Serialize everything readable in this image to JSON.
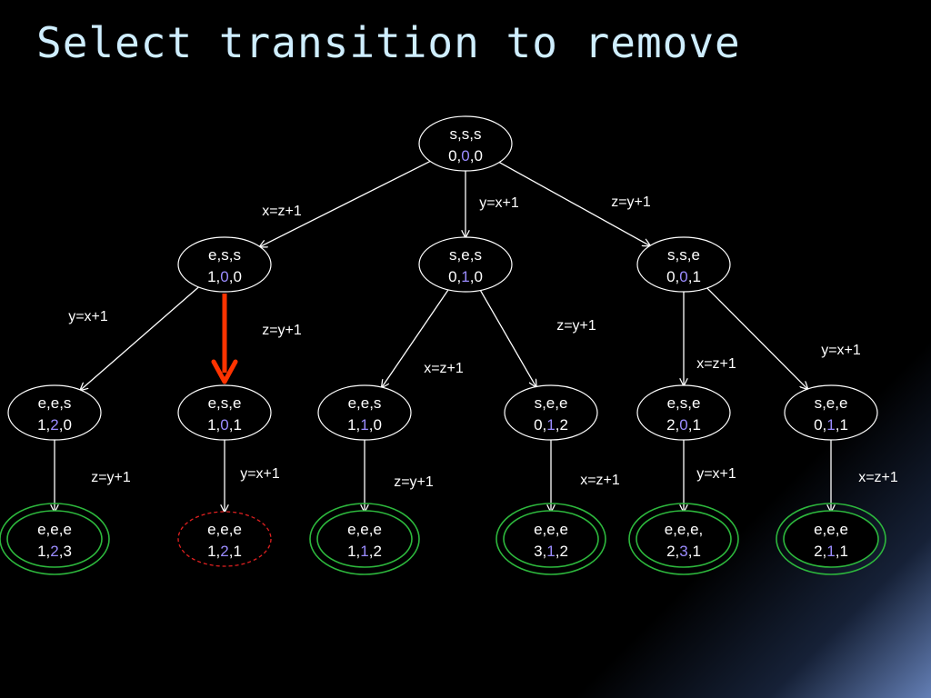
{
  "title": "Select transition to remove",
  "colors": {
    "background": "#000000",
    "title": "#cfeeff",
    "text": "#ffffff",
    "edge": "#ffffff",
    "highlight_value": "#9b8cff",
    "final_ok": "#2db83d",
    "final_removed": "#e02020",
    "selected_arrow": "#ff3300"
  },
  "nodes": [
    {
      "id": "n0",
      "state": "s,s,s",
      "values": [
        "0",
        "0",
        "0"
      ],
      "hi": 1,
      "kind": "normal"
    },
    {
      "id": "n1",
      "state": "e,s,s",
      "values": [
        "1",
        "0",
        "0"
      ],
      "hi": 1,
      "kind": "normal"
    },
    {
      "id": "n2",
      "state": "s,e,s",
      "values": [
        "0",
        "1",
        "0"
      ],
      "hi": 1,
      "kind": "normal"
    },
    {
      "id": "n3",
      "state": "s,s,e",
      "values": [
        "0",
        "0",
        "1"
      ],
      "hi": 1,
      "kind": "normal"
    },
    {
      "id": "n4",
      "state": "e,e,s",
      "values": [
        "1",
        "2",
        "0"
      ],
      "hi": 1,
      "kind": "normal"
    },
    {
      "id": "n5",
      "state": "e,s,e",
      "values": [
        "1",
        "0",
        "1"
      ],
      "hi": 1,
      "kind": "normal"
    },
    {
      "id": "n6",
      "state": "e,e,s",
      "values": [
        "1",
        "1",
        "0"
      ],
      "hi": 1,
      "kind": "normal"
    },
    {
      "id": "n7",
      "state": "s,e,e",
      "values": [
        "0",
        "1",
        "2"
      ],
      "hi": 1,
      "kind": "normal"
    },
    {
      "id": "n8",
      "state": "e,s,e",
      "values": [
        "2",
        "0",
        "1"
      ],
      "hi": 1,
      "kind": "normal"
    },
    {
      "id": "n9",
      "state": "s,e,e",
      "values": [
        "0",
        "1",
        "1"
      ],
      "hi": 1,
      "kind": "normal"
    },
    {
      "id": "n10",
      "state": "e,e,e",
      "values": [
        "1",
        "2",
        "3"
      ],
      "hi": 1,
      "kind": "final"
    },
    {
      "id": "n11",
      "state": "e,e,e",
      "values": [
        "1",
        "2",
        "1"
      ],
      "hi": 1,
      "kind": "removed"
    },
    {
      "id": "n12",
      "state": "e,e,e",
      "values": [
        "1",
        "1",
        "2"
      ],
      "hi": 1,
      "kind": "final"
    },
    {
      "id": "n13",
      "state": "e,e,e",
      "values": [
        "3",
        "1",
        "2"
      ],
      "hi": 1,
      "kind": "final"
    },
    {
      "id": "n14",
      "state": "e,e,e,",
      "values": [
        "2",
        "3",
        "1"
      ],
      "hi": 1,
      "kind": "final"
    },
    {
      "id": "n15",
      "state": "e,e,e",
      "values": [
        "2",
        "1",
        "1"
      ],
      "hi": 1,
      "kind": "final"
    }
  ],
  "edges": [
    {
      "from": "n0",
      "to": "n1",
      "label": "x=z+1",
      "selected": false
    },
    {
      "from": "n0",
      "to": "n2",
      "label": "y=x+1",
      "selected": false
    },
    {
      "from": "n0",
      "to": "n3",
      "label": "z=y+1",
      "selected": false
    },
    {
      "from": "n1",
      "to": "n4",
      "label": "y=x+1",
      "selected": false
    },
    {
      "from": "n1",
      "to": "n5",
      "label": "z=y+1",
      "selected": true
    },
    {
      "from": "n2",
      "to": "n6",
      "label": "x=z+1",
      "selected": false
    },
    {
      "from": "n2",
      "to": "n7",
      "label": "z=y+1",
      "selected": false
    },
    {
      "from": "n3",
      "to": "n8",
      "label": "x=z+1",
      "selected": false
    },
    {
      "from": "n3",
      "to": "n9",
      "label": "y=x+1",
      "selected": false
    },
    {
      "from": "n4",
      "to": "n10",
      "label": "z=y+1",
      "selected": false
    },
    {
      "from": "n5",
      "to": "n11",
      "label": "y=x+1",
      "selected": false
    },
    {
      "from": "n6",
      "to": "n12",
      "label": "z=y+1",
      "selected": false
    },
    {
      "from": "n7",
      "to": "n13",
      "label": "x=z+1",
      "selected": false
    },
    {
      "from": "n8",
      "to": "n14",
      "label": "y=x+1",
      "selected": false
    },
    {
      "from": "n9",
      "to": "n15",
      "label": "x=z+1",
      "selected": false
    }
  ]
}
